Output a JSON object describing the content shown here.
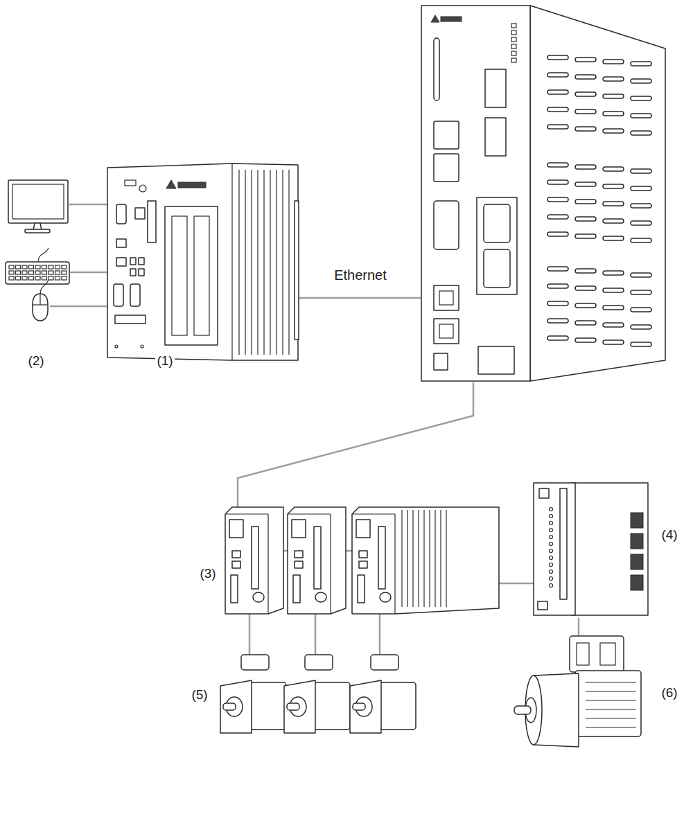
{
  "diagram": {
    "labels": [
      "(2)",
      "(1)",
      "Ethernet",
      "(3)",
      "(4)",
      "(5)",
      "(6)"
    ]
  }
}
